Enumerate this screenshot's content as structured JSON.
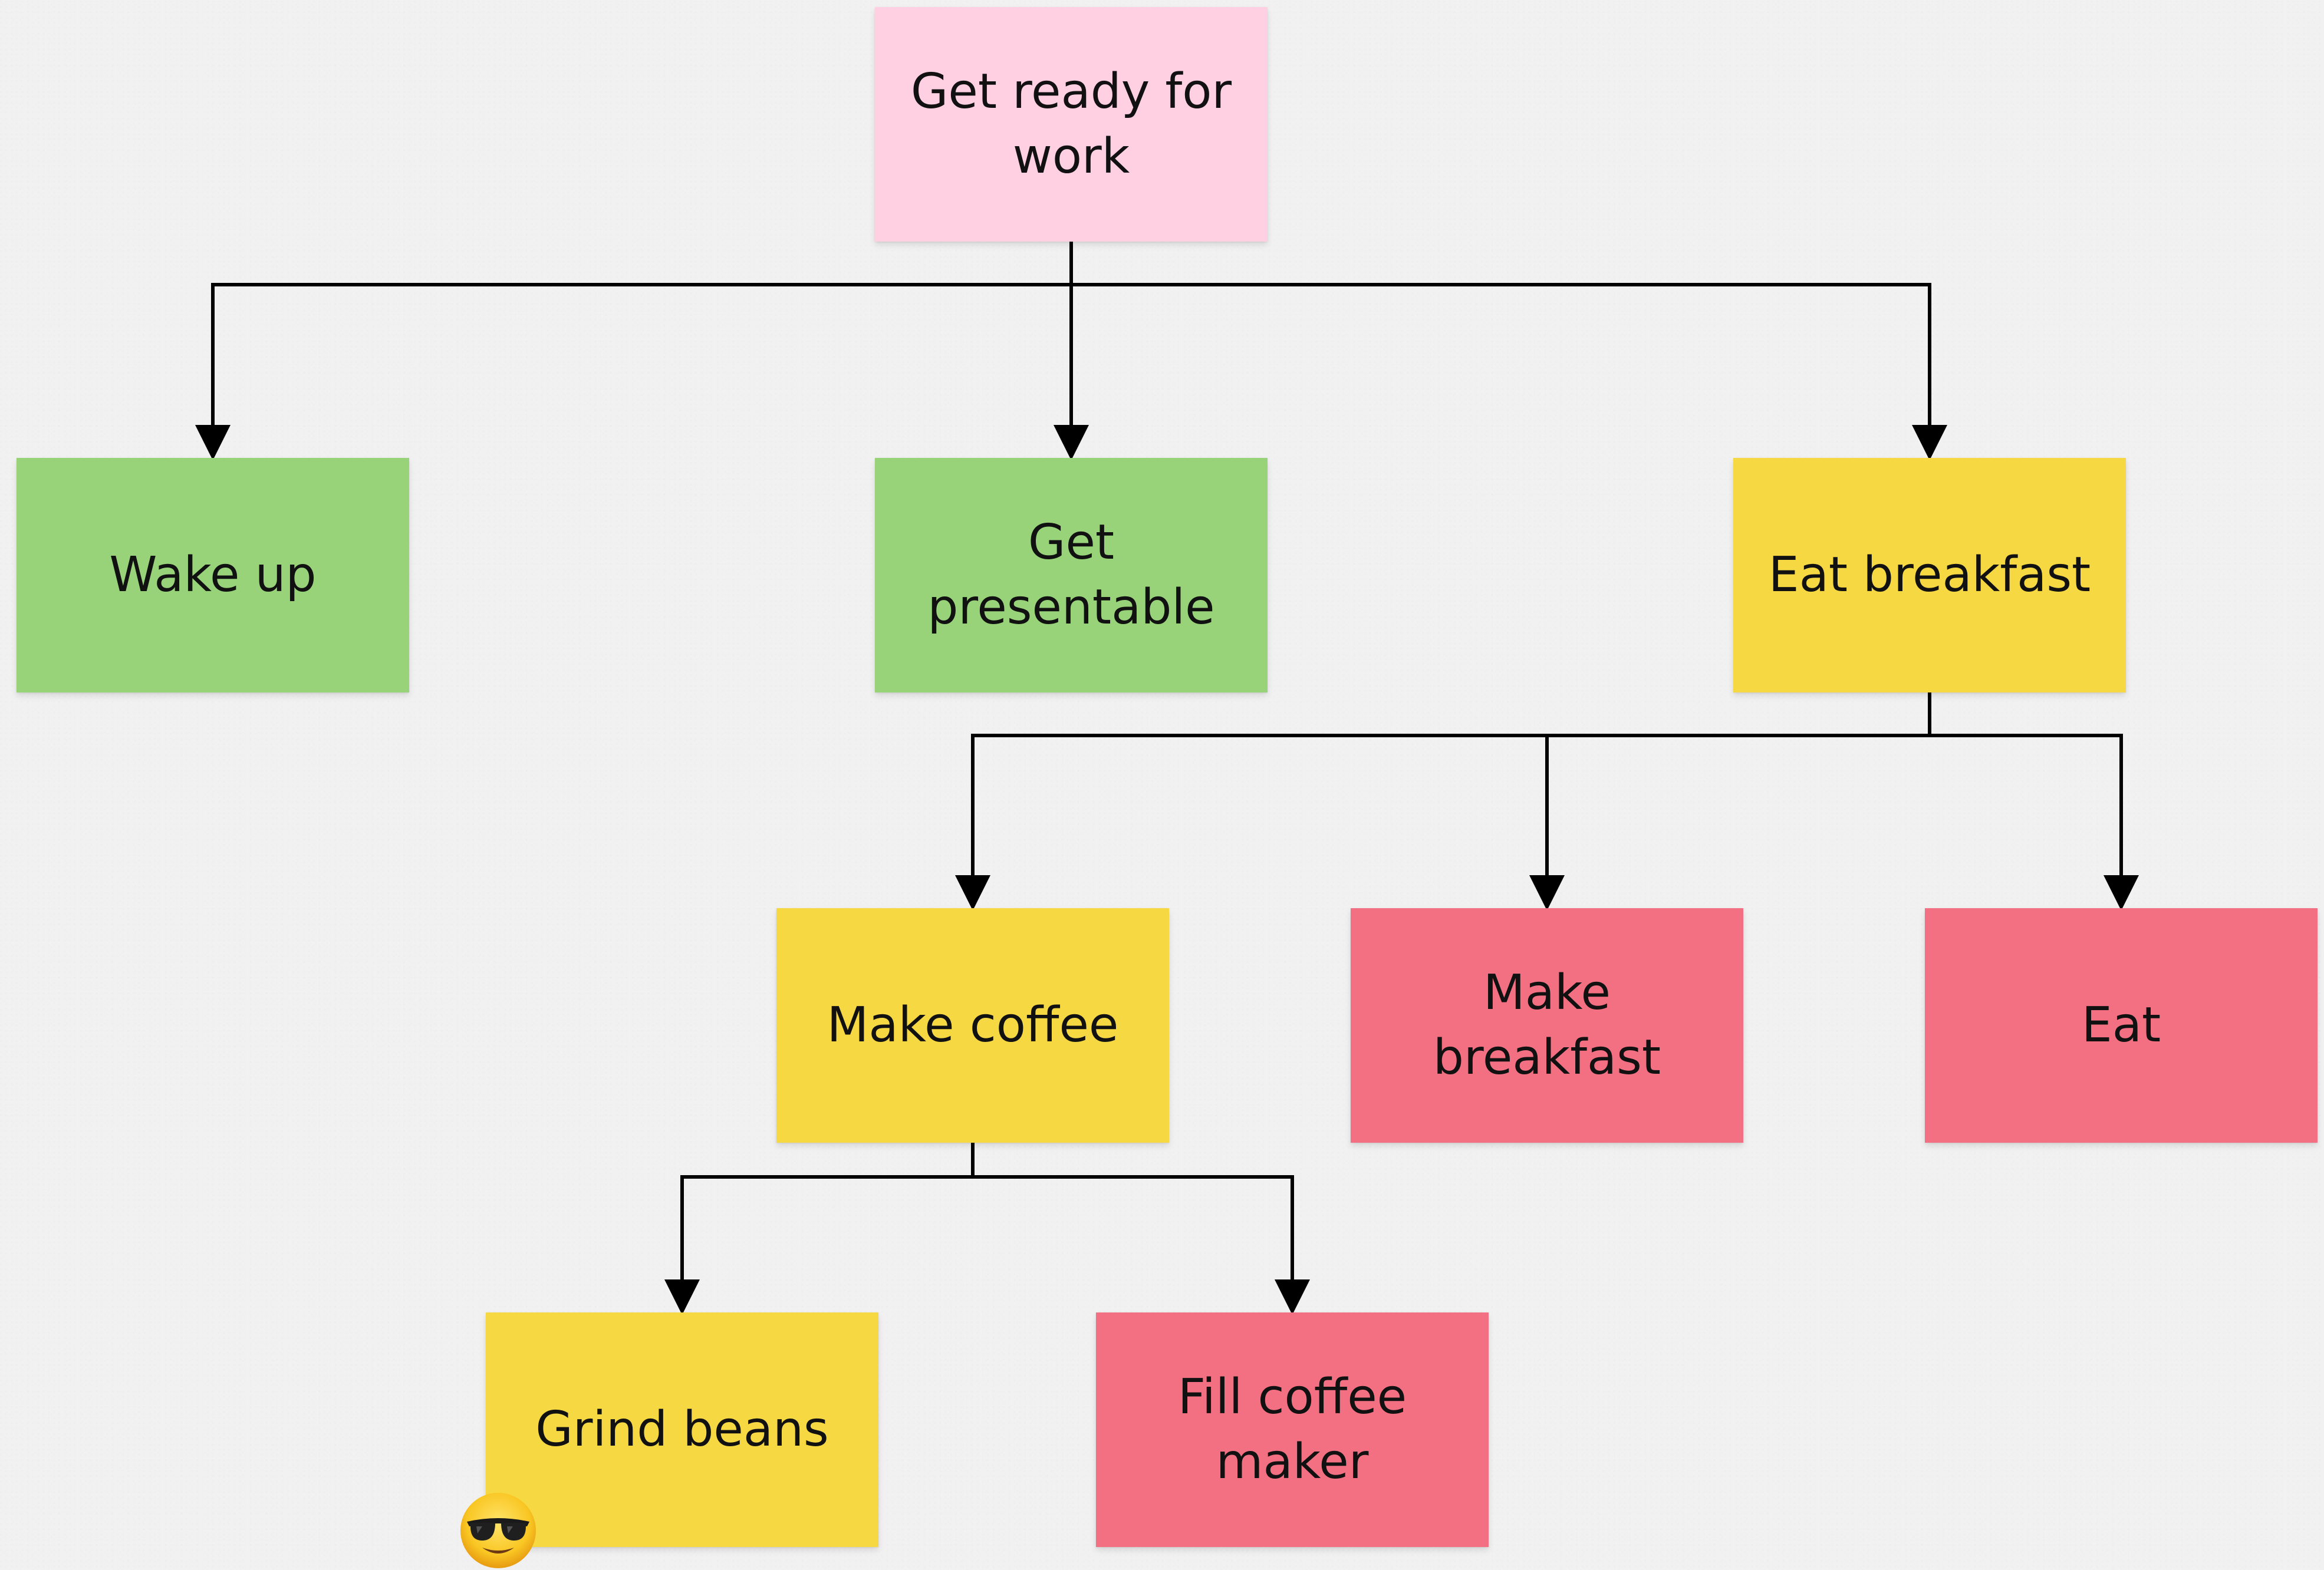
{
  "colors": {
    "background": "#f1f1f1",
    "pink": "#ffcfe2",
    "green": "#98d37a",
    "yellow": "#f6d842",
    "red": "#f37083",
    "connector": "#000000"
  },
  "nodes": [
    {
      "id": "get-ready",
      "label": "Get ready for work",
      "color": "pink"
    },
    {
      "id": "wake-up",
      "label": "Wake up",
      "color": "green"
    },
    {
      "id": "get-presentable",
      "label": "Get presentable",
      "color": "green"
    },
    {
      "id": "eat-breakfast",
      "label": "Eat breakfast",
      "color": "yellow"
    },
    {
      "id": "make-coffee",
      "label": "Make coffee",
      "color": "yellow"
    },
    {
      "id": "make-breakfast",
      "label": "Make breakfast",
      "color": "red"
    },
    {
      "id": "eat",
      "label": "Eat",
      "color": "red"
    },
    {
      "id": "grind-beans",
      "label": "Grind beans",
      "color": "yellow"
    },
    {
      "id": "fill-coffee-maker",
      "label": "Fill coffee maker",
      "color": "red"
    }
  ],
  "edges": [
    {
      "from": "get-ready",
      "to": "wake-up"
    },
    {
      "from": "get-ready",
      "to": "get-presentable"
    },
    {
      "from": "get-ready",
      "to": "eat-breakfast"
    },
    {
      "from": "eat-breakfast",
      "to": "make-coffee"
    },
    {
      "from": "eat-breakfast",
      "to": "make-breakfast"
    },
    {
      "from": "eat-breakfast",
      "to": "eat"
    },
    {
      "from": "make-coffee",
      "to": "grind-beans"
    },
    {
      "from": "make-coffee",
      "to": "fill-coffee-maker"
    }
  ],
  "badge": {
    "icon": "smiling-face-with-sunglasses-icon"
  }
}
